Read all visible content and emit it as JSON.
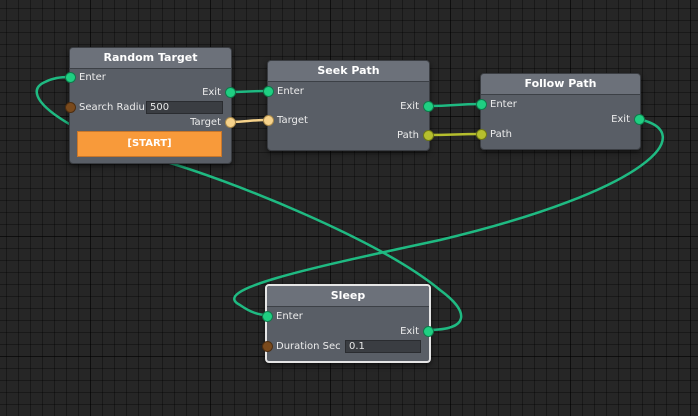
{
  "nodes": {
    "random_target": {
      "title": "Random Target",
      "enter": "Enter",
      "search_radius_label": "Search Radiu:",
      "search_radius_value": "500",
      "exit": "Exit",
      "target": "Target",
      "start_label": "[START]"
    },
    "seek_path": {
      "title": "Seek Path",
      "enter": "Enter",
      "target": "Target",
      "exit": "Exit",
      "path": "Path"
    },
    "follow_path": {
      "title": "Follow Path",
      "enter": "Enter",
      "path": "Path",
      "exit": "Exit"
    },
    "sleep": {
      "title": "Sleep",
      "enter": "Enter",
      "exit": "Exit",
      "duration_label": "Duration Sec",
      "duration_value": "0.1"
    }
  },
  "colors": {
    "flow_wire": "#1fba82",
    "vector_wire": "#f6d28a",
    "path_wire": "#b6bf2e",
    "start_button": "#f89a3a"
  }
}
